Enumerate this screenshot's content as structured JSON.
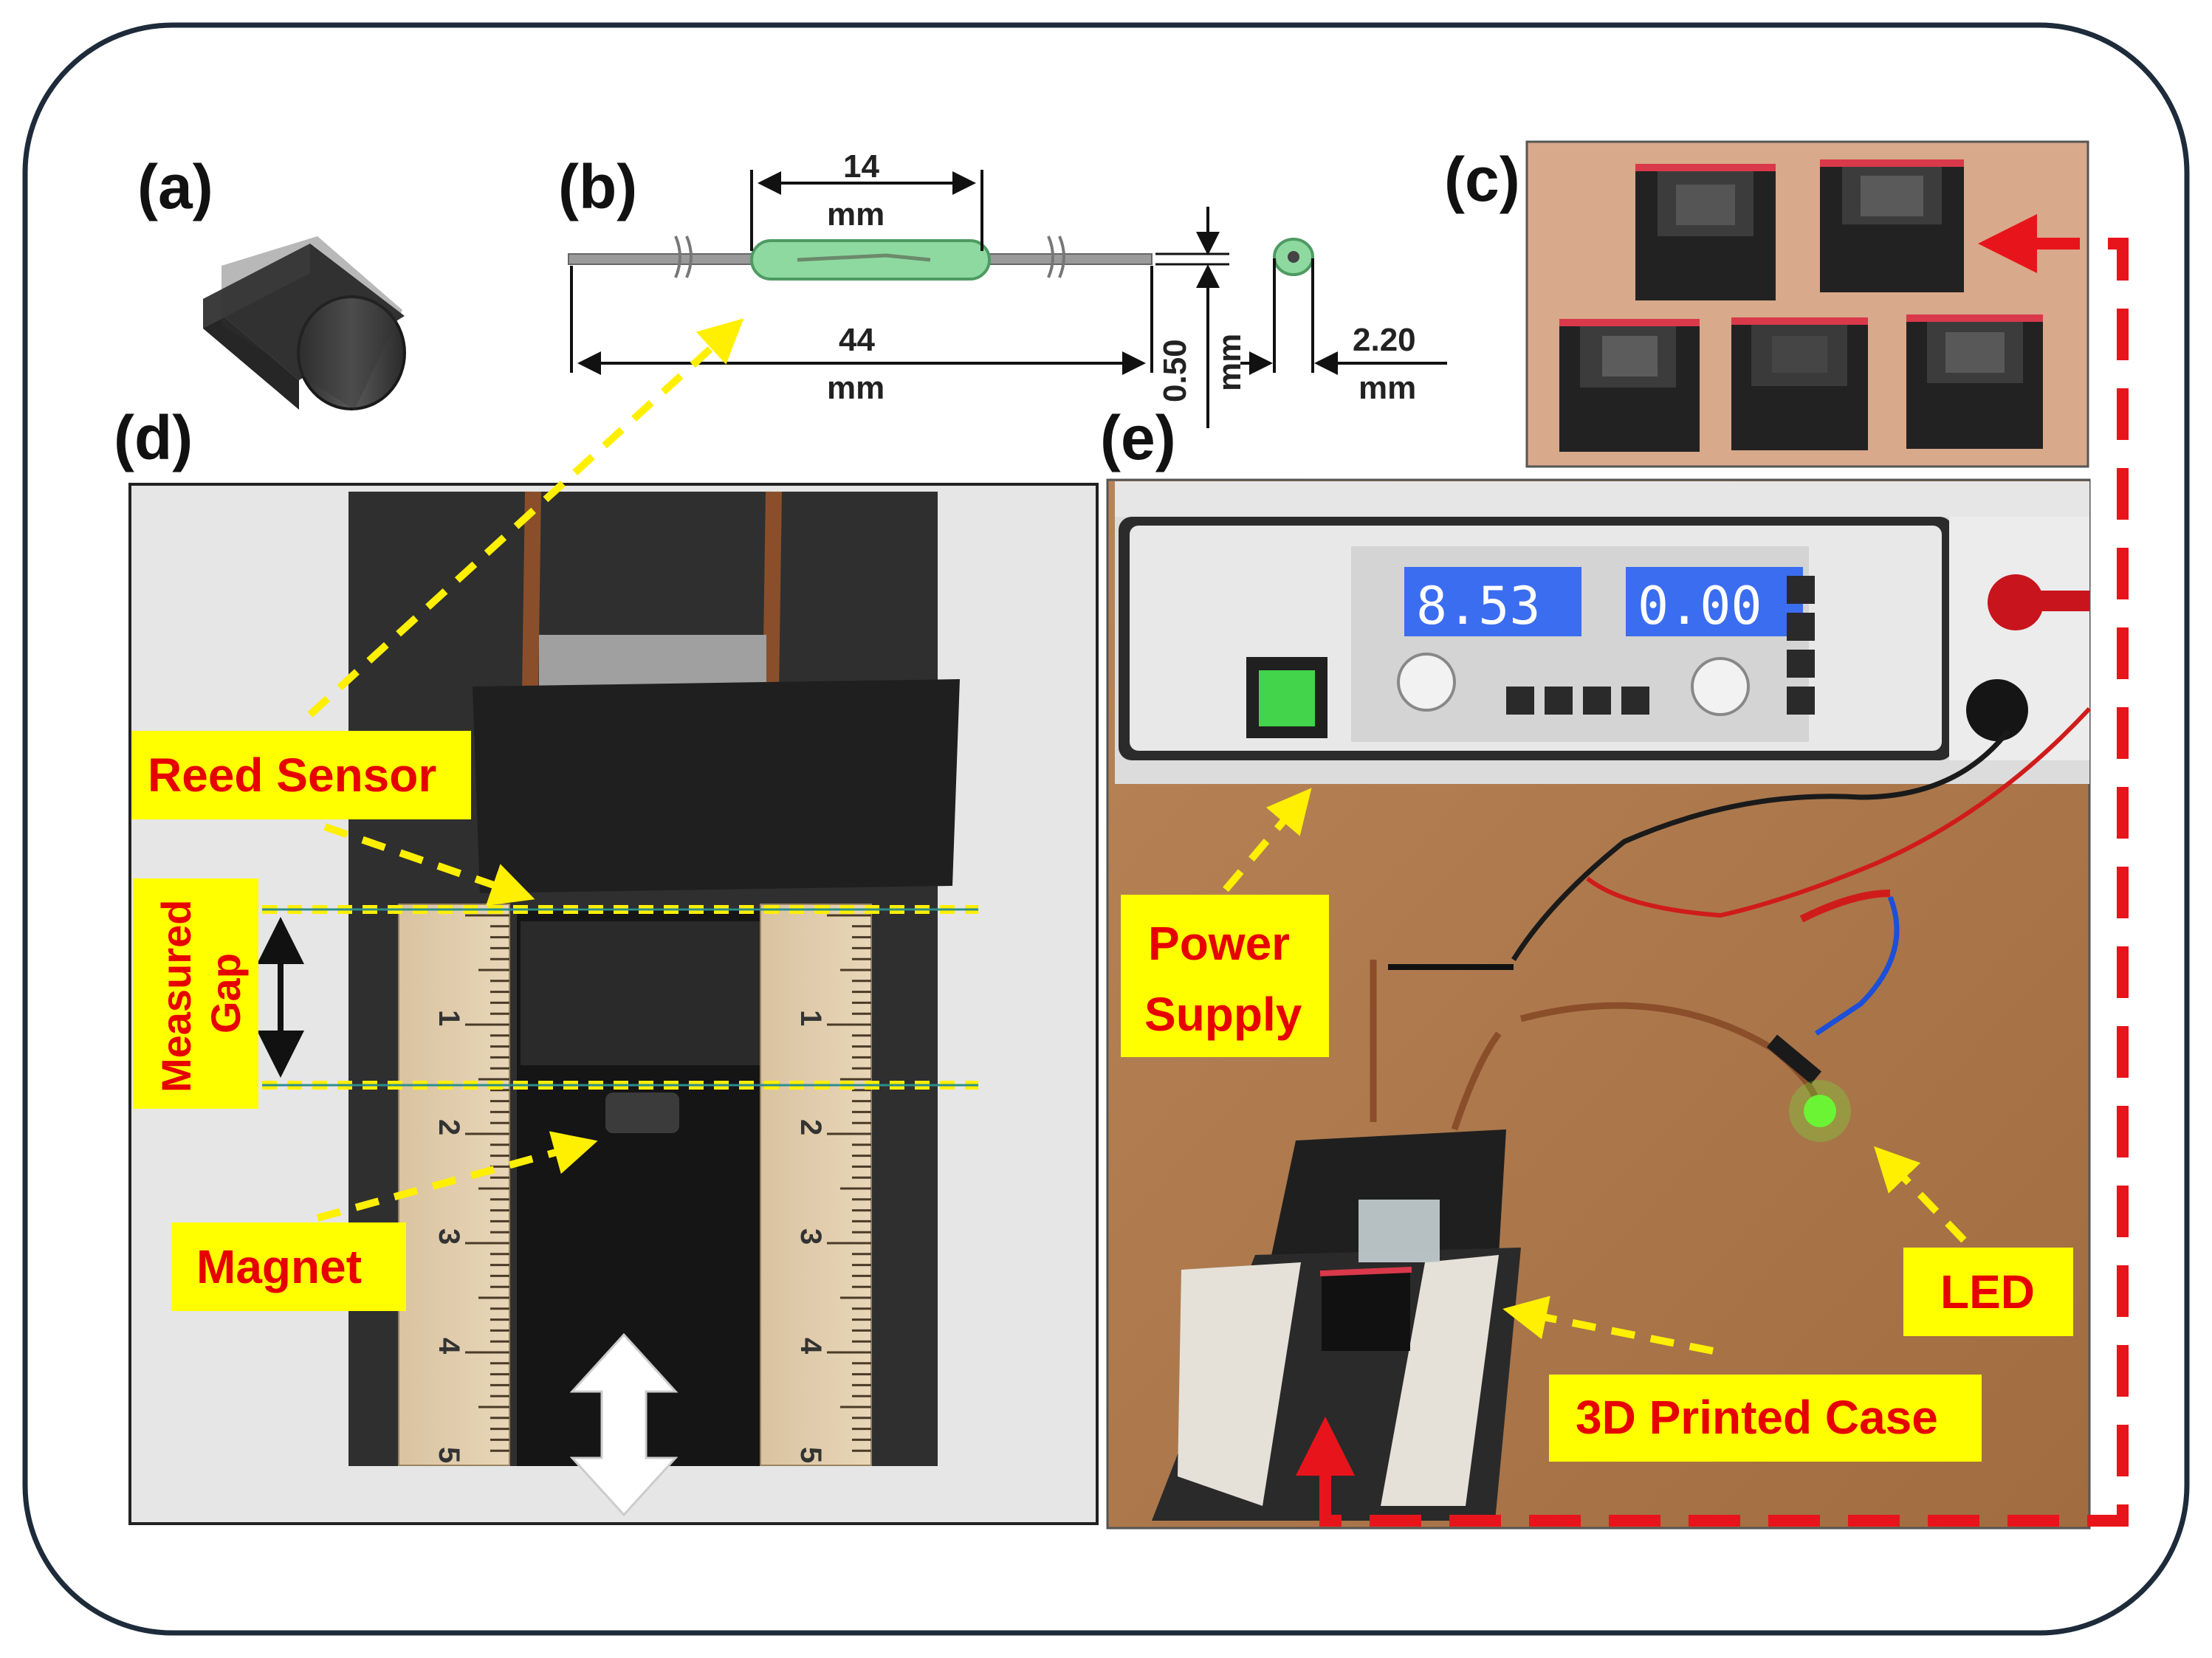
{
  "panels": {
    "a": "(a)",
    "b": "(b)",
    "c": "(c)",
    "d": "(d)",
    "e": "(e)"
  },
  "dimensions": {
    "glass_length_value": "14",
    "glass_length_unit": "mm",
    "total_length_value": "44",
    "total_length_unit": "mm",
    "wire_diameter_value": "0.50",
    "wire_diameter_unit": "mm",
    "glass_diameter_value": "2.20",
    "glass_diameter_unit": "mm"
  },
  "callouts": {
    "reed_sensor": "Reed Sensor",
    "measured_gap_line1": "Measured",
    "measured_gap_line2": "Gap",
    "magnet": "Magnet",
    "power_supply_line1": "Power",
    "power_supply_line2": "Supply",
    "led": "LED",
    "case": "3D Printed Case"
  },
  "power_supply_display": {
    "voltage": "8.53",
    "current": "0.00"
  },
  "ruler_left": [
    "1",
    "2",
    "3",
    "4",
    "5"
  ],
  "ruler_right": [
    "1",
    "2",
    "3",
    "4",
    "5"
  ],
  "colors": {
    "frame": "#1d2b3a",
    "callout_bg": "#ffff00",
    "callout_text": "#e60000",
    "arrow_yellow": "#ffef00",
    "arrow_red": "#e8141b",
    "display_blue": "#3b6df0",
    "led_green": "#66ff33"
  }
}
